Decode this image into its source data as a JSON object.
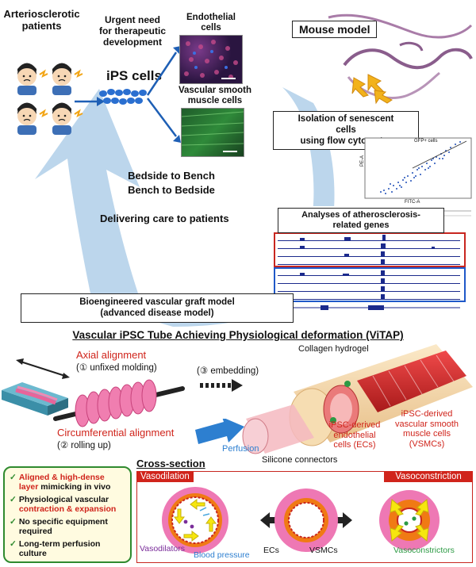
{
  "top": {
    "patients_label": "Arteriosclerotic\npatients",
    "need_label": "Urgent need\nfor therapeutic\ndevelopment",
    "ips_label": "iPS cells",
    "endothelial_label": "Endothelial\ncells",
    "vsmc_label": "Vascular smooth\nmuscle cells",
    "mouse_label": "Mouse model",
    "isolation_label": "Isolation of senescent\ncells\nusing flow cytometry",
    "gfp_label": "GFP+ cells",
    "pe_label": "PE-A",
    "fitc_label": "FITC-A",
    "bedside_line1": "Bedside to Bench",
    "bedside_line2": "Bench to Bedside",
    "delivering_label": "Delivering care to patients",
    "genes_label": "Analyses of atherosclerosis-\nrelated genes",
    "graft_label": "Bioengineered vascular graft model\n(advanced disease model)"
  },
  "vitap": {
    "title": "Vascular iPSC Tube Achieving Physiological deformation (ViTAP)",
    "axial_label": "Axial alignment",
    "axial_sub": "(① unfixed molding)",
    "circ_label": "Circumferential alignment",
    "circ_sub": "(② rolling up)",
    "embed_label": "(③ embedding)",
    "collagen_label": "Collagen hydrogel",
    "vsmc_label": "iPSC-derived\nvascular smooth\nmuscle cells\n(VSMCs)",
    "ec_label": "iPSC-derived\nendothelial\ncells (ECs)",
    "perfusion_label": "Perfusion",
    "silicone_label": "Silicone connectors"
  },
  "features": [
    {
      "red": "Aligned & high-dense layer",
      "rest": " mimicking in vivo"
    },
    {
      "red": "",
      "rest": "Physiological vascular ",
      "red2": "contraction & expansion"
    },
    {
      "red": "",
      "rest": "No specific equipment required"
    },
    {
      "red": "",
      "rest": "Long-term perfusion culture"
    }
  ],
  "cross": {
    "title": "Cross-section",
    "vasodilation_label": "Vasodilation",
    "vasoconstriction_label": "Vasoconstriction",
    "vasodilators_label": "Vasodilators",
    "blood_pressure_label": "Blood pressure",
    "ecs_label": "ECs",
    "vsmcs_label": "VSMCs",
    "vasoconstrictors_label": "Vasoconstrictors"
  },
  "colors": {
    "red": "#d0241b",
    "pink": "#ee78b4",
    "orange": "#f07a14",
    "arrow_blue": "#bcd6ec",
    "yellow": "#f6e60e",
    "green_border": "#2f8a2f"
  }
}
